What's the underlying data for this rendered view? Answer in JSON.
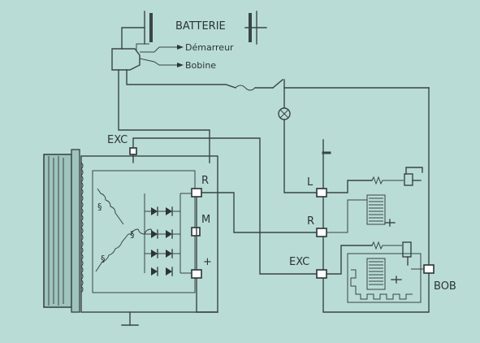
{
  "labels": {
    "battery": "BATTERIE",
    "starter": "Démarreur",
    "coil": "Bobine",
    "exc_alternator": "EXC",
    "terminal_r": "R",
    "terminal_m": "M",
    "terminal_plus": "+",
    "reg_l": "L",
    "reg_r": "R",
    "reg_exc": "EXC",
    "bob": "BOB"
  },
  "colors": {
    "background": "#b9dcd6",
    "wire": "#3a4446"
  }
}
